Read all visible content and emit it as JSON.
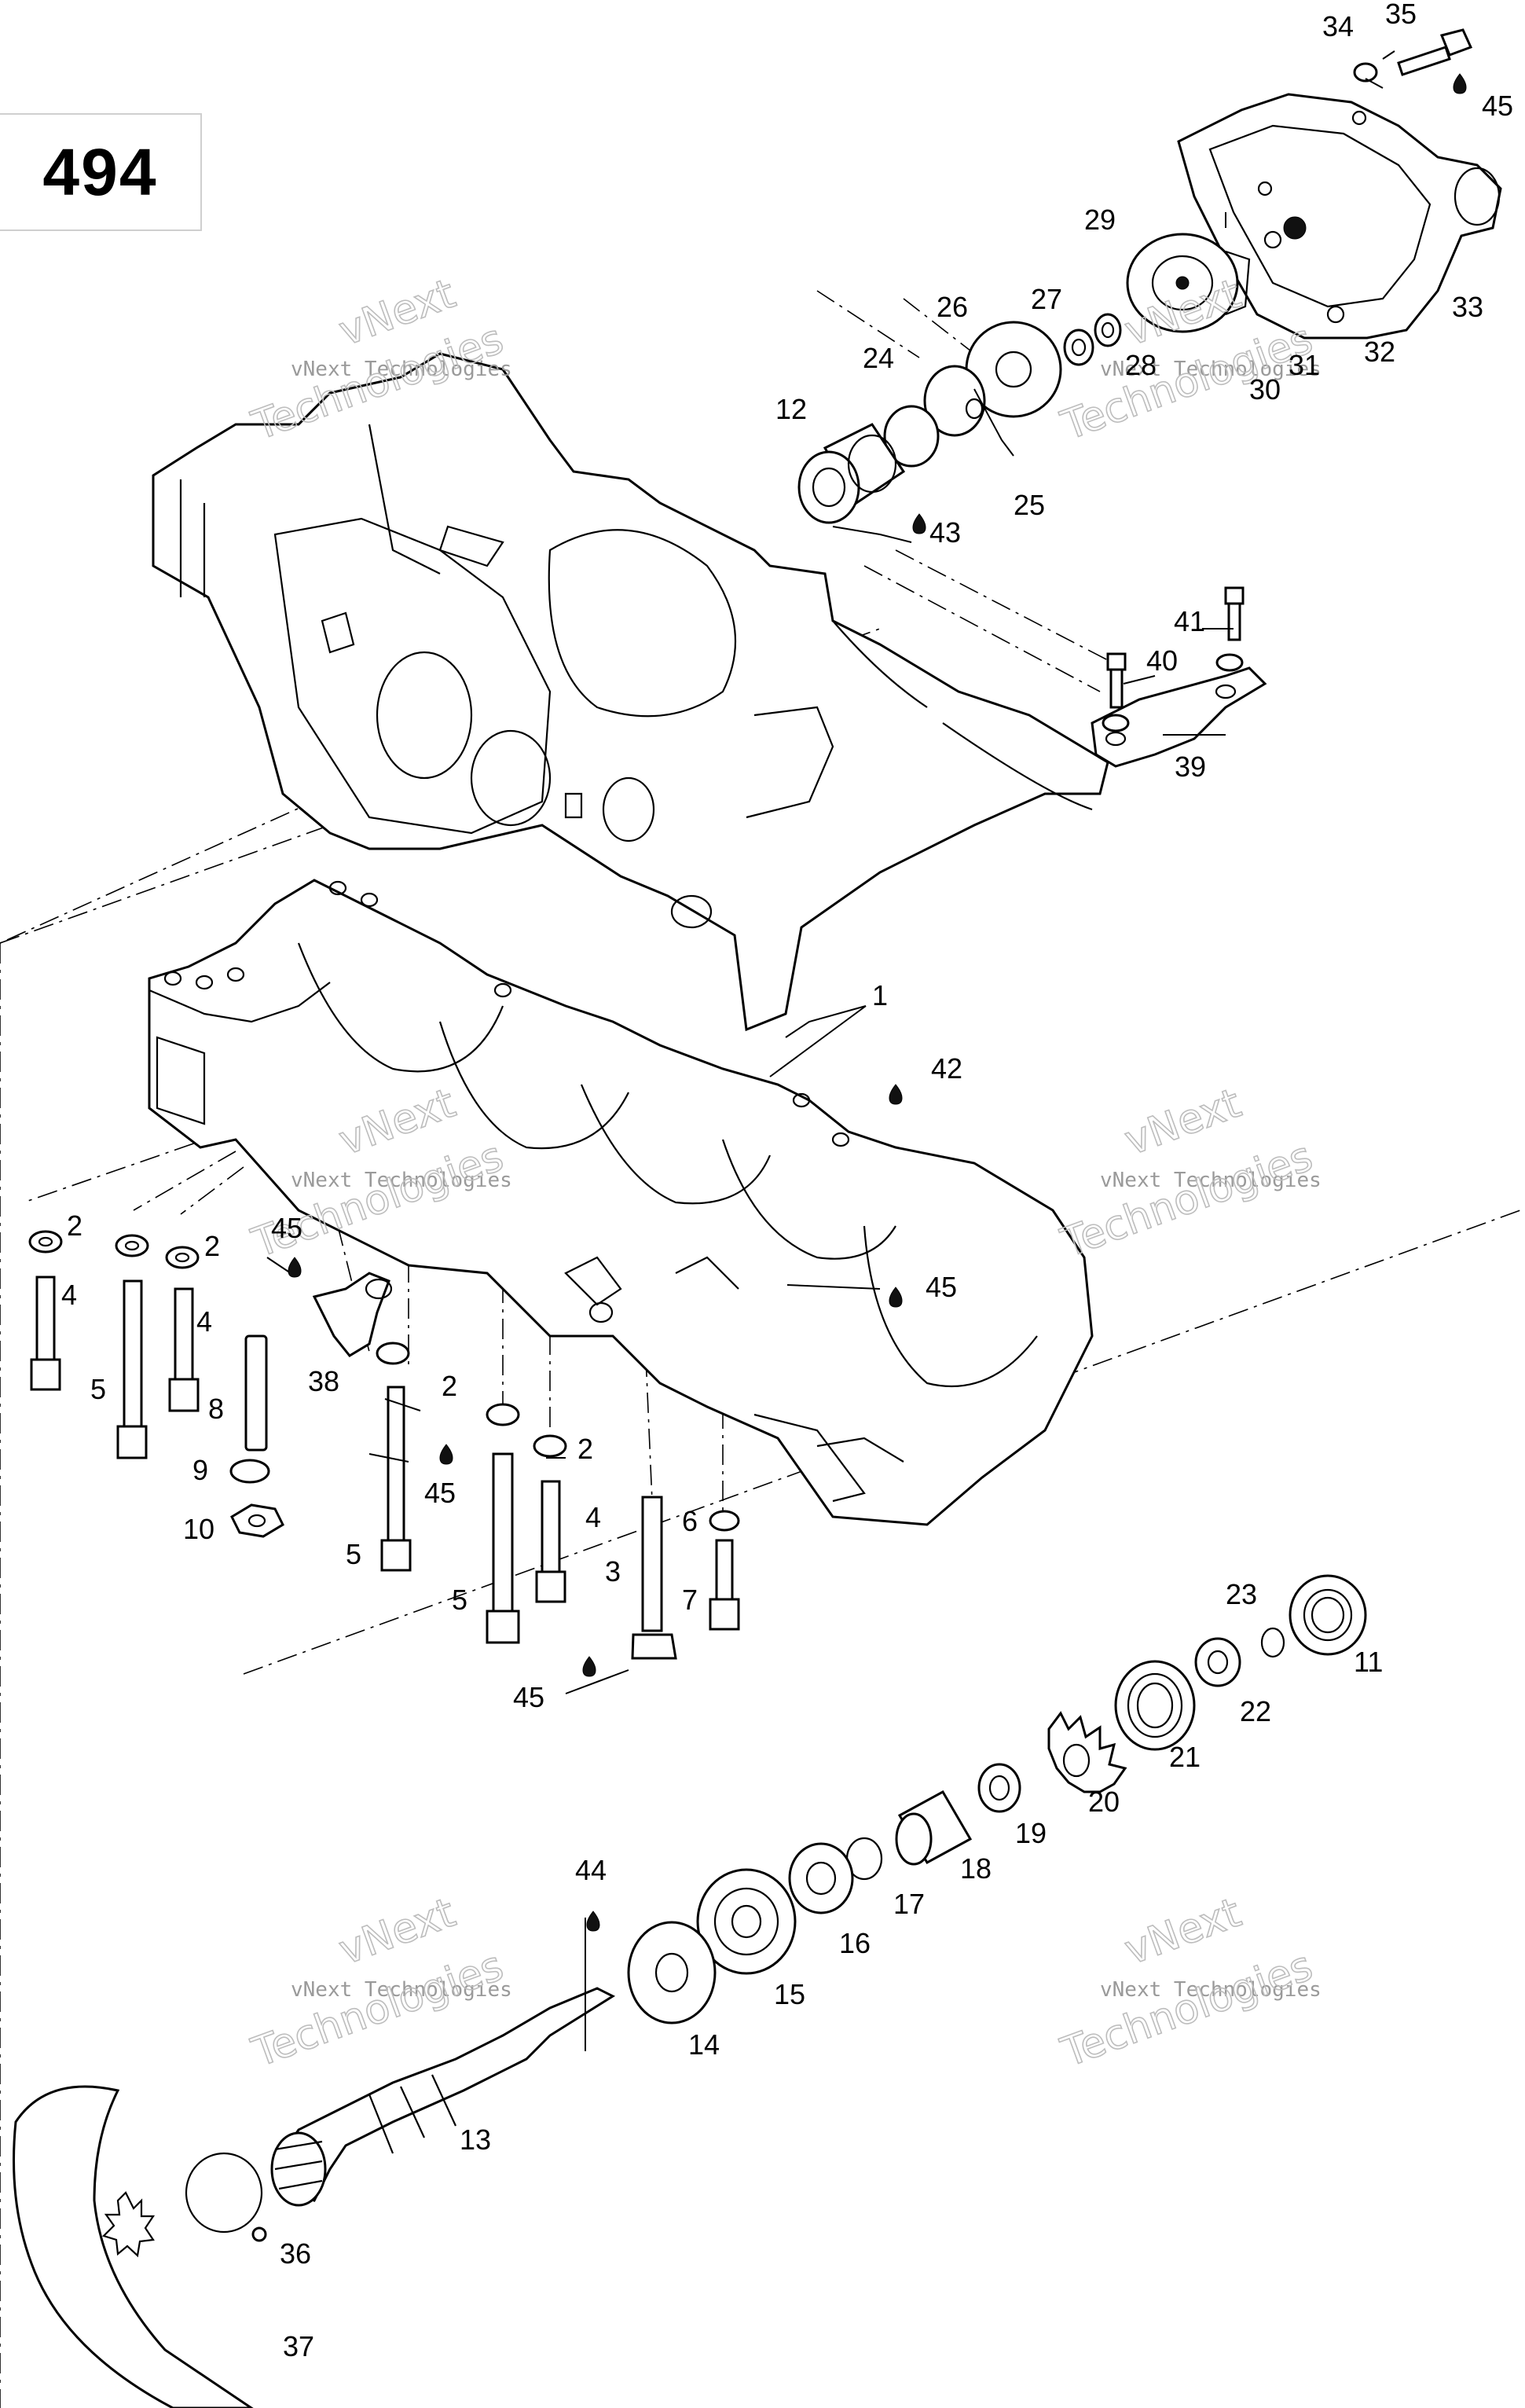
{
  "page_number": "494",
  "watermarks": [
    {
      "text": "vNext Technologies",
      "big": "vNext",
      "big2": "Technologies"
    },
    {
      "text": "vNext Technologies",
      "big": "vNext",
      "big2": "Technologies"
    },
    {
      "text": "vNext Technologies",
      "big": "vNext",
      "big2": "Technologies"
    },
    {
      "text": "vNext Technologies",
      "big": "vNext",
      "big2": "Technologies"
    },
    {
      "text": "vNext Technologies",
      "big": "vNext",
      "big2": "Technologies"
    },
    {
      "text": "vNext Technologies",
      "big": "vNext",
      "big2": "Technologies"
    }
  ],
  "callouts": [
    "34",
    "35",
    "45",
    "29",
    "33",
    "26",
    "27",
    "28",
    "31",
    "32",
    "30",
    "24",
    "12",
    "25",
    "43",
    "41",
    "40",
    "39",
    "1",
    "42",
    "2",
    "45",
    "2",
    "4",
    "4",
    "5",
    "8",
    "38",
    "2",
    "9",
    "2",
    "45",
    "4",
    "6",
    "10",
    "5",
    "3",
    "7",
    "5",
    "45",
    "23",
    "11",
    "22",
    "21",
    "20",
    "19",
    "18",
    "17",
    "16",
    "44",
    "15",
    "14",
    "13",
    "36",
    "37",
    "45"
  ]
}
